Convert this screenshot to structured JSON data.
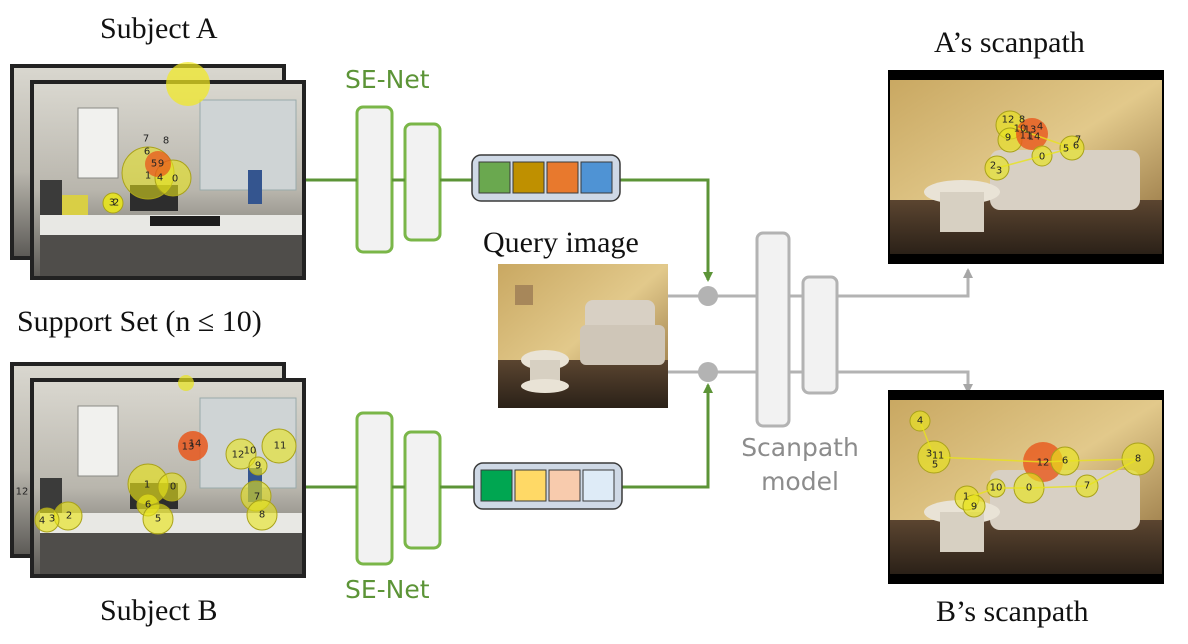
{
  "labels": {
    "subject_a": "Subject A",
    "subject_b": "Subject B",
    "support_set": "Support Set (n ≤ 10)",
    "query_image": "Query image",
    "a_scanpath": "A’s scanpath",
    "b_scanpath": "B’s scanpath",
    "se_net_top": "SE-Net",
    "se_net_bottom": "SE-Net",
    "scanpath_model_line1": "Scanpath",
    "scanpath_model_line2": "model"
  },
  "colors": {
    "green": "#5c9437",
    "gray": "#b3b3b3",
    "vector_a": [
      "#6aa84f",
      "#bf9000",
      "#e8792d",
      "#4f93d4"
    ],
    "vector_b": [
      "#00a651",
      "#ffd966",
      "#f8cbad",
      "#deebf7"
    ]
  },
  "fixations": {
    "subject_a": [
      "7",
      "8",
      "6",
      "5",
      "9",
      "1",
      "4",
      "0",
      "3",
      "2"
    ],
    "subject_b": [
      "1",
      "0",
      "6",
      "5",
      "2",
      "3",
      "4",
      "13",
      "14",
      "12",
      "10",
      "9",
      "11",
      "7",
      "8",
      "12"
    ],
    "a_scanpath": [
      "12",
      "8",
      "9",
      "10",
      "11",
      "13",
      "14",
      "4",
      "5",
      "6",
      "7",
      "0",
      "2",
      "3"
    ],
    "b_scanpath": [
      "4",
      "3",
      "1",
      "1",
      "5",
      "12",
      "6",
      "8",
      "7",
      "0",
      "10",
      "1",
      "9"
    ]
  }
}
